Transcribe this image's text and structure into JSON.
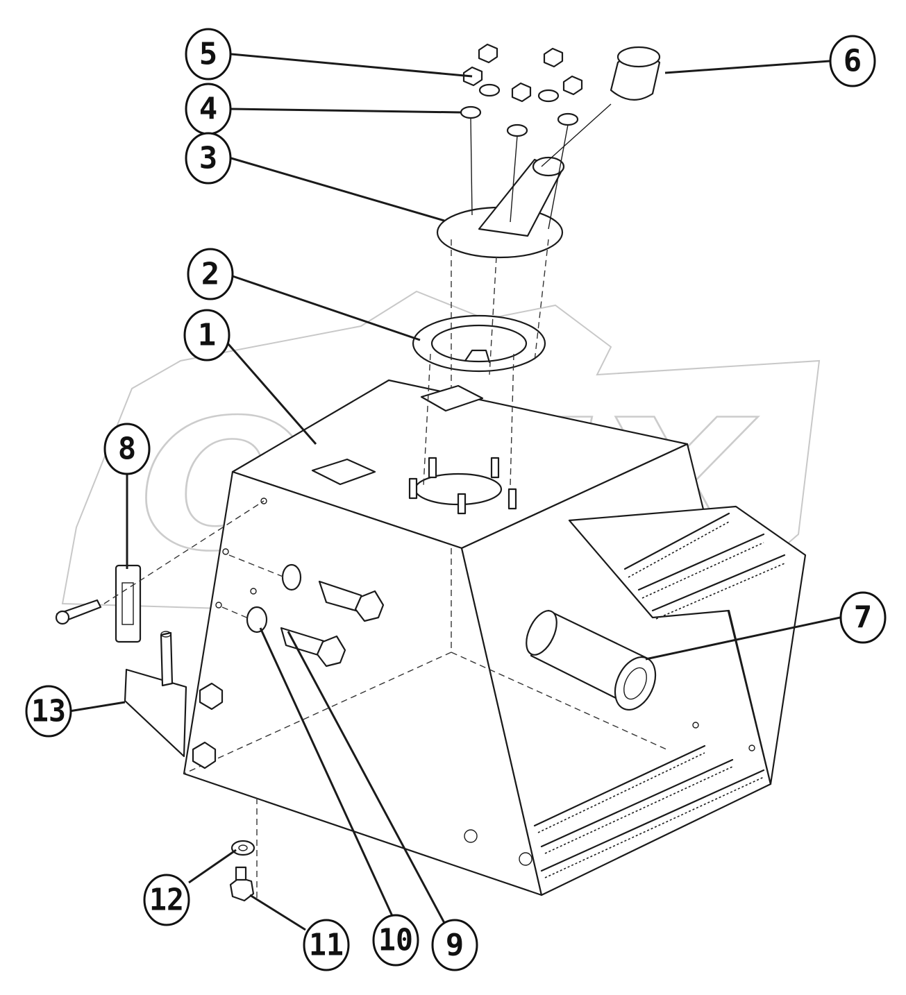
{
  "watermark": {
    "text": "OPEX"
  },
  "callouts": [
    {
      "id": "5",
      "label": "5"
    },
    {
      "id": "4",
      "label": "4"
    },
    {
      "id": "3",
      "label": "3"
    },
    {
      "id": "2",
      "label": "2"
    },
    {
      "id": "1",
      "label": "1"
    },
    {
      "id": "6",
      "label": "6"
    },
    {
      "id": "7",
      "label": "7"
    },
    {
      "id": "8",
      "label": "8"
    },
    {
      "id": "13",
      "label": "13"
    },
    {
      "id": "12",
      "label": "12"
    },
    {
      "id": "11",
      "label": "11"
    },
    {
      "id": "10",
      "label": "10"
    },
    {
      "id": "9",
      "label": "9"
    }
  ]
}
